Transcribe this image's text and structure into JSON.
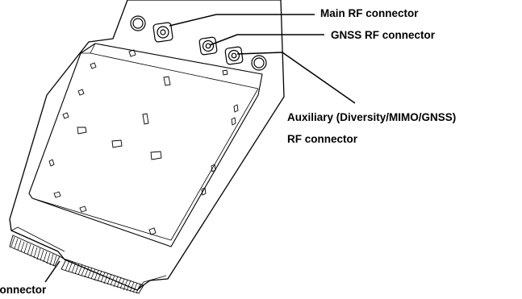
{
  "labels": {
    "main_rf": "Main RF connector",
    "gnss_rf": "GNSS RF connector",
    "aux_rf_line1": "Auxiliary (Diversity/MIMO/GNSS)",
    "aux_rf_line2": "RF connector",
    "edge_connector": "connector"
  },
  "colors": {
    "line": "#000000",
    "background": "#ffffff"
  }
}
